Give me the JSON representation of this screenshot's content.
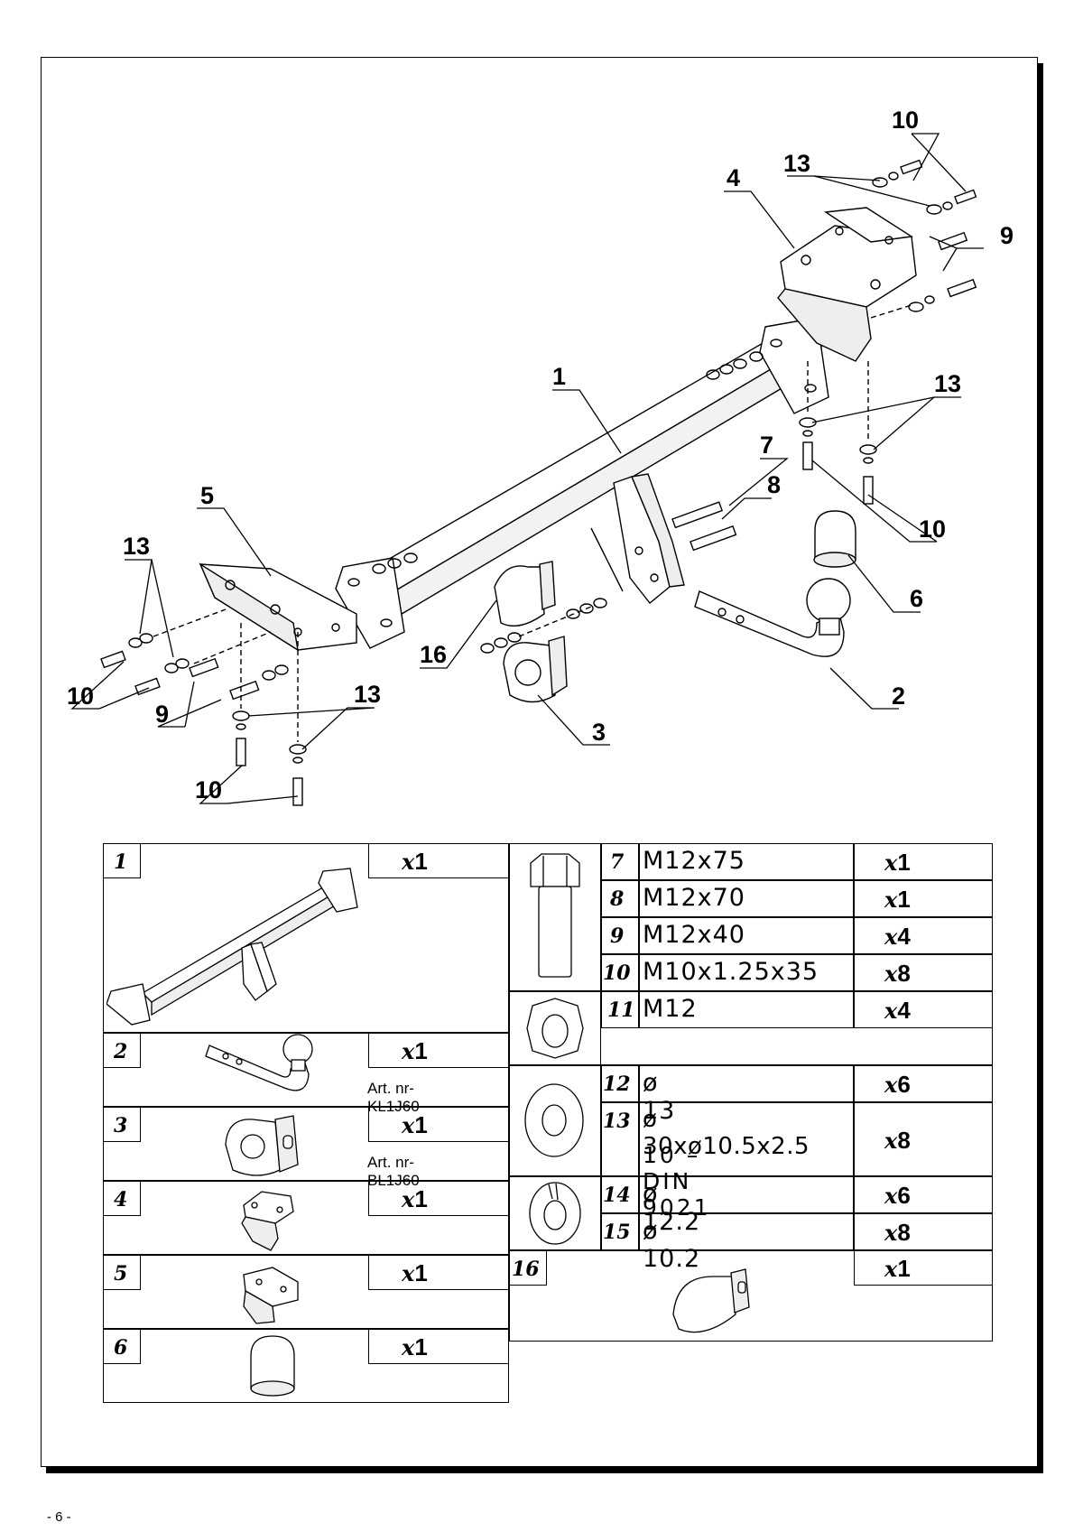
{
  "callouts": {
    "c1": "1",
    "c2": "2",
    "c3": "3",
    "c4": "4",
    "c5": "5",
    "c6": "6",
    "c7": "7",
    "c8": "8",
    "c9a": "9",
    "c9b": "9",
    "c10a": "10",
    "c10b": "10",
    "c10c": "10",
    "c10d": "10",
    "c13a": "13",
    "c13b": "13",
    "c13c": "13",
    "c13d": "13",
    "c16": "16"
  },
  "parts": [
    {
      "no": "1",
      "x": "x",
      "qty": "1"
    },
    {
      "no": "2",
      "x": "x",
      "qty": "1",
      "art": "Art. nr-KL1J60"
    },
    {
      "no": "3",
      "x": "x",
      "qty": "1",
      "art": "Art. nr-BL1J60"
    },
    {
      "no": "4",
      "x": "x",
      "qty": "1"
    },
    {
      "no": "5",
      "x": "x",
      "qty": "1"
    },
    {
      "no": "6",
      "x": "x",
      "qty": "1"
    },
    {
      "no": "7",
      "spec": "M12x75",
      "x": "x",
      "qty": "1"
    },
    {
      "no": "8",
      "spec": "M12x70",
      "x": "x",
      "qty": "1"
    },
    {
      "no": "9",
      "spec": "M12x40",
      "x": "x",
      "qty": "4"
    },
    {
      "no": "10",
      "spec": "M10x1.25x35",
      "x": "x",
      "qty": "8"
    },
    {
      "no": "11",
      "spec": "M12",
      "x": "x",
      "qty": "4"
    },
    {
      "no": "12",
      "spec": "ø 13",
      "x": "x",
      "qty": "6"
    },
    {
      "no": "13",
      "spec": "ø 30xø10.5x2.5",
      "spec2": "10 – DIN 9021",
      "x": "x",
      "qty": "8"
    },
    {
      "no": "14",
      "spec": "ø 12.2",
      "x": "x",
      "qty": "6"
    },
    {
      "no": "15",
      "spec": "ø 10.2",
      "x": "x",
      "qty": "8"
    },
    {
      "no": "16",
      "x": "x",
      "qty": "1"
    }
  ],
  "page_number": "- 6 -"
}
